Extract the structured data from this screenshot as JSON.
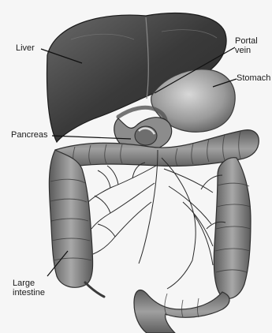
{
  "figure": {
    "labels": {
      "liver": "Liver",
      "portal_vein": "Portal\nvein",
      "stomach": "Stomach",
      "pancreas": "Pancreas",
      "large_intestine": "Large\nintestine"
    }
  }
}
